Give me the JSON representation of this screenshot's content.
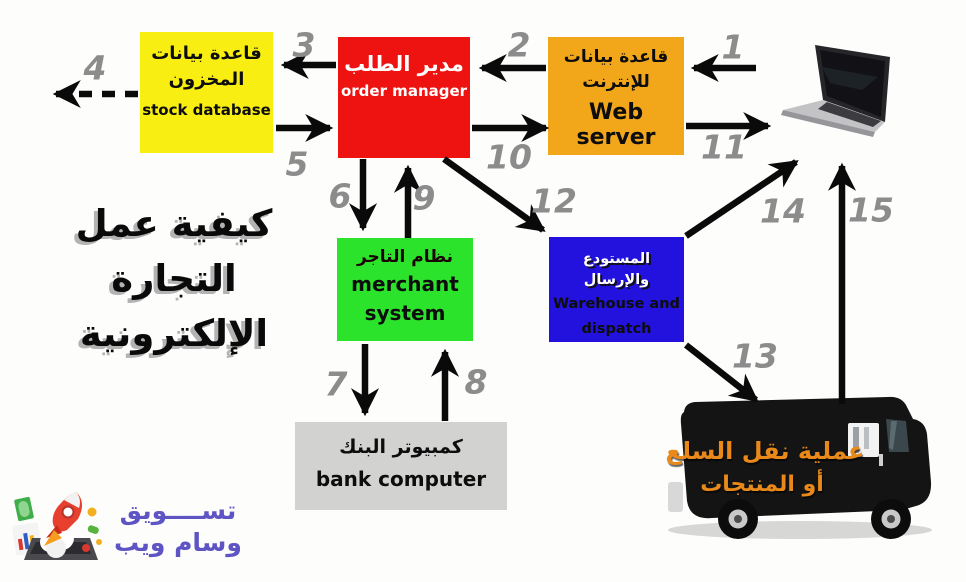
{
  "title": {
    "line1": "كيفية عمل",
    "line2": "التجارة",
    "line3": "الإلكترونية"
  },
  "boxes": {
    "stock_database": {
      "ar_line1": "قاعدة بيانات",
      "ar_line2": "المخزون",
      "en": "stock database",
      "color": "#f8ee12"
    },
    "order_manager": {
      "ar": "مدير الطلب",
      "en": "order manager",
      "color": "#ee1211"
    },
    "web_server": {
      "ar_line1": "قاعدة بيانات",
      "ar_line2": "للإنترنت",
      "en": "Web server",
      "color": "#f2a71b"
    },
    "merchant_system": {
      "ar": "نظام التاجر",
      "en_line1": "merchant",
      "en_line2": "system",
      "color": "#2ce32c"
    },
    "warehouse": {
      "ar": "المستودع والإرسال",
      "en_line1": "Warehouse and",
      "en_line2": "dispatch",
      "color": "#2312de"
    },
    "bank_computer": {
      "ar": "كمبيوتر البنك",
      "en": "bank computer",
      "color": "#d2d2d0"
    }
  },
  "truck": {
    "ar_line1": "عملية نقل السلع",
    "ar_line2": "أو المنتجات",
    "text_color": "#e8891a",
    "body_color": "#141414"
  },
  "arrow_labels": [
    "1",
    "2",
    "3",
    "4",
    "5",
    "6",
    "7",
    "8",
    "9",
    "10",
    "11",
    "12",
    "13",
    "14",
    "15"
  ],
  "logo": {
    "line1": "تســــويق",
    "line2": "وسام ويب",
    "text_color": "#5e54c4"
  },
  "colors": {
    "background": "#fdfdfb",
    "arrow": "#0a0a0a",
    "number_label": "#8c8c8c",
    "title_text": "#0a0a0a"
  }
}
